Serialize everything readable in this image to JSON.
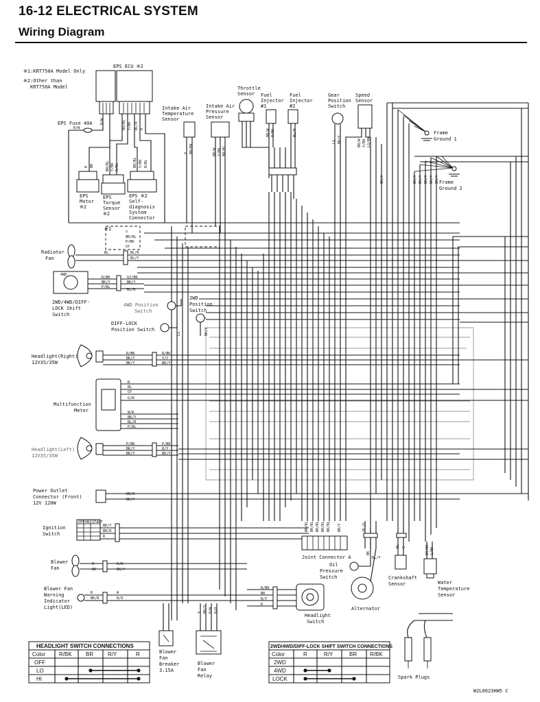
{
  "header": {
    "title": "16-12 ELECTRICAL SYSTEM",
    "subtitle": "Wiring Diagram"
  },
  "notes": [
    "※1:KRT750A Model Only",
    "※2:Other than",
    "KRT750A Model"
  ],
  "components": {
    "eps_ecu": "EPS ECU ※2",
    "eps_fuse": "EPS Fuse 40A",
    "eps_motor": [
      "EPS",
      "Motor",
      "※2"
    ],
    "eps_torque": [
      "EPS",
      "Torque",
      "Sensor",
      "※2"
    ],
    "eps_selfdiag": [
      "EPS ※2",
      "Self-",
      "diagnosis",
      "System",
      "Connector"
    ],
    "intake_temp": [
      "Intake Air",
      "Temperature",
      "Sensor"
    ],
    "intake_pressure": [
      "Intake Air",
      "Pressure",
      "Sensor"
    ],
    "throttle": [
      "Throttle",
      "Sensor"
    ],
    "injector1": [
      "Fuel",
      "Injector",
      "#1"
    ],
    "injector2": [
      "Fuel",
      "Injector",
      "#2"
    ],
    "gear_pos": [
      "Gear",
      "Position",
      "Switch"
    ],
    "speed": [
      "Speed",
      "Sensor"
    ],
    "frame_ground1": [
      "Frame",
      "Ground 1"
    ],
    "frame_ground2": [
      "Frame",
      "Ground 2"
    ],
    "radiator_fan": [
      "Radiator",
      "Fan"
    ],
    "shift_switch": [
      "2WD/4WD/DIFF-",
      "LOCK Shift",
      "Switch"
    ],
    "pos_4wd": [
      "4WD Position",
      "Switch"
    ],
    "pos_2wd": [
      "2WD",
      "Position",
      "Switch"
    ],
    "difflock": [
      "DIFF-LOCK",
      "Position Switch"
    ],
    "headlight_right": [
      "Headlight(Right)",
      "12V35/35W"
    ],
    "meter": [
      "Multifunction",
      "Meter"
    ],
    "headlight_left": [
      "Headlight(Left)",
      "12V35/35W"
    ],
    "power_outlet": [
      "Power Outlet",
      "Connector (Front)",
      "12V 120W"
    ],
    "ignition": [
      "Ignition",
      "Switch"
    ],
    "blower_fan": [
      "Blower",
      "Fan"
    ],
    "blower_led": [
      "Blower Fan",
      "Warning",
      "Indicator",
      "Light(LED)"
    ],
    "breaker": [
      "Blower",
      "Fan",
      "Breaker",
      "3.15A"
    ],
    "relay": [
      "Blower",
      "Fan",
      "Relay"
    ],
    "headlight_switch": [
      "Headlight",
      "Switch"
    ],
    "joint_a": "Joint Connector A",
    "oil_pressure": [
      "Oil",
      "Pressure",
      "Switch"
    ],
    "alternator": "Alternator",
    "crankshaft": [
      "Crankshaft",
      "Sensor"
    ],
    "water_temp": [
      "Water",
      "Temperature",
      "Sensor"
    ],
    "spark_plugs": "Spark Plugs",
    "model_code": "W2L0623HW5  C",
    "box1_mark": "※1"
  },
  "wire_codes": {
    "fuse": "R/W",
    "ecu": [
      "BR/BL",
      "Y/BK",
      "BL/R",
      "R",
      "R/W"
    ],
    "motor": [
      "R",
      "BK"
    ],
    "torque": [
      "BR/BL",
      "Y/BK",
      "R/BL"
    ],
    "selfdiag": [
      "BR/BL",
      "Y/BK",
      "R/BL"
    ],
    "temp": [
      "Y",
      "BR/BK"
    ],
    "pressure": [
      "BR/W",
      "Y/BK",
      "BR/BL"
    ],
    "injector": [
      "BR/W",
      "R/BK",
      "BL/R"
    ],
    "gear": [
      "LG",
      "BK/Y"
    ],
    "speed": [
      "BR/W",
      "Y/BK",
      "LG/BK"
    ],
    "box1": [
      "Y",
      "BR/BL",
      "P/BK",
      "GY"
    ],
    "radiator": [
      "BL",
      "BL/R",
      "BL/Y"
    ],
    "shift_switch": [
      "R/BK",
      "BK/Y",
      "P/BL",
      "BL/R"
    ],
    "shift_switch_right": [
      "GY/BK",
      "BK/Y",
      "P/BL"
    ],
    "difflock": [
      "LG",
      "BK/Y"
    ],
    "headlight_r": [
      "R/BK",
      "BK/Y",
      "BK/Y"
    ],
    "headlight_r_right": [
      "R/BK",
      "Y/Y",
      "BK/Y"
    ],
    "meter": [
      "R",
      "BL",
      "GY",
      "G/W"
    ],
    "meter2": [
      "W/R",
      "BK/Y",
      "BL/R",
      "P/BL"
    ],
    "headlight_l": [
      "P/BK",
      "BK/Y",
      "BK/Y"
    ],
    "headlight_l_right": [
      "P/BK",
      "R/Y",
      "BK/Y"
    ],
    "outlet": [
      "BR/R",
      "BK/Y"
    ],
    "ignition": [
      "BK/Y",
      "BR/R",
      "R"
    ],
    "blower": [
      "R",
      "BK"
    ],
    "blower_right": [
      "R/W",
      "BK/Y"
    ],
    "led": [
      "R",
      "BK/R"
    ],
    "led_right": [
      "W",
      "R/O"
    ],
    "relay": [
      "Y",
      "BK/Y",
      "R/W",
      "R/O"
    ],
    "headlight_switch": [
      "R/BK",
      "BR",
      "R/Y",
      "R"
    ],
    "joint": [
      "BR/BL",
      "BR/BL",
      "BR/BL",
      "BR/BL",
      "BR/BL",
      "BR/Y"
    ],
    "alternator": [
      "BL/Y",
      "BK",
      "BK"
    ],
    "crank": [
      "BL",
      "G"
    ],
    "water": [
      "BR/BK",
      "G/BK"
    ],
    "oil": [
      "BL/Y"
    ],
    "ground1": [
      "BK/Y",
      "BK/Y",
      "BK/Y",
      "BK/Y",
      "BK/Y",
      "BK/Y"
    ],
    "ground2": [
      "BK/Y",
      "BK/Y",
      "BK/Y",
      "BK/Y",
      "BK/Y",
      "BK/Y",
      "BK/Y"
    ]
  },
  "ignition_table": {
    "headers": [
      "OFF",
      "ON",
      "START"
    ]
  },
  "headlight_table": {
    "title": "HEADLIGHT SWITCH CONNECTIONS",
    "columns": [
      "Color",
      "R/BK",
      "BR",
      "R/Y",
      "R"
    ],
    "rows": [
      {
        "label": "OFF",
        "span": null
      },
      {
        "label": "LO",
        "span": [
          1,
          3
        ]
      },
      {
        "label": "HI",
        "span": [
          0,
          3
        ]
      }
    ]
  },
  "shift_table": {
    "title": "2WD/4WD/DIFF-LOCK SHIFT SWITCH CONNECTIONS",
    "columns": [
      "Color",
      "R",
      "R/Y",
      "BR",
      "R/BK"
    ],
    "rows": [
      {
        "label": "2WD",
        "span": null
      },
      {
        "label": "4WD",
        "span": [
          0,
          1
        ]
      },
      {
        "label": "LOCK",
        "span": [
          0,
          2
        ]
      }
    ]
  }
}
